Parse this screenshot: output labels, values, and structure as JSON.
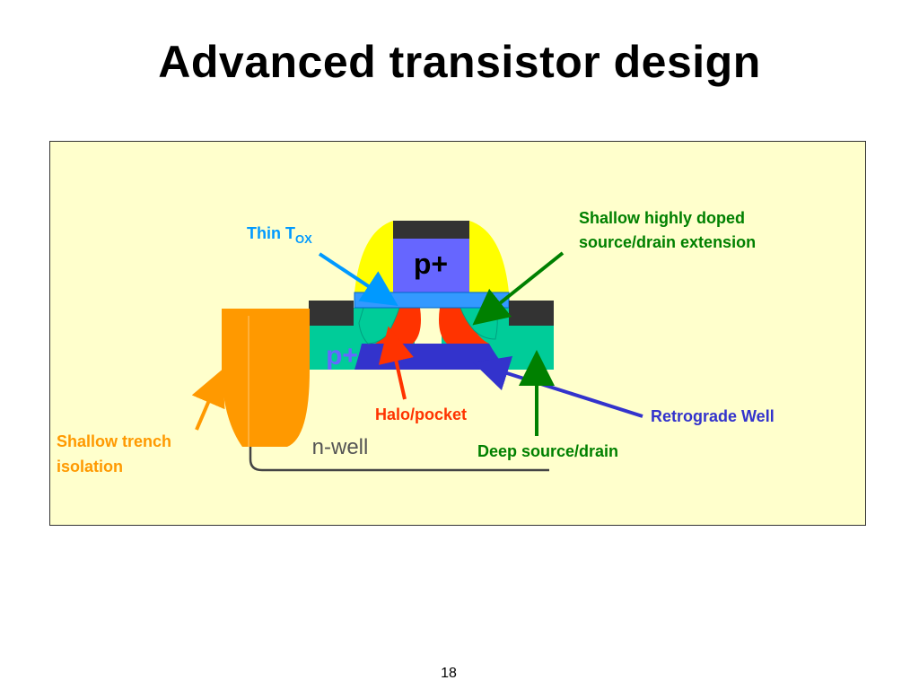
{
  "slide": {
    "title": "Advanced transistor design",
    "page_number": "18"
  },
  "diagram": {
    "gate_label": "p+",
    "source_label": "p+",
    "nwell_label": "n-well",
    "callouts": {
      "thin_tox_prefix": "Thin T",
      "thin_tox_subscript": "OX",
      "shallow_extension_line1": "Shallow highly doped",
      "shallow_extension_line2": "source/drain extension",
      "halo_pocket": "Halo/pocket",
      "retrograde_well": "Retrograde Well",
      "deep_source_drain": "Deep source/drain",
      "sti_line1": "Shallow trench",
      "sti_line2": "isolation"
    }
  },
  "colors": {
    "panel_background": "#ffffcc",
    "spacer": "#ffff00",
    "gate": "#6666ff",
    "contact": "#333333",
    "gate_oxide": "#3399ff",
    "source_drain": "#00cc99",
    "halo": "#ff3300",
    "retrograde_well": "#3333cc",
    "sti": "#ff9900",
    "thin_tox_text": "#0099ff",
    "extension_text": "#008000",
    "halo_text": "#ff3300",
    "retrograde_text": "#3333cc",
    "deep_sd_text": "#008000",
    "sti_text": "#ff9900",
    "nwell_text": "#555555"
  },
  "icons": {
    "arrows": [
      "thin-tox-arrow",
      "extension-arrow",
      "halo-arrow",
      "retrograde-arrow",
      "deep-sd-arrow",
      "sti-arrow"
    ]
  }
}
